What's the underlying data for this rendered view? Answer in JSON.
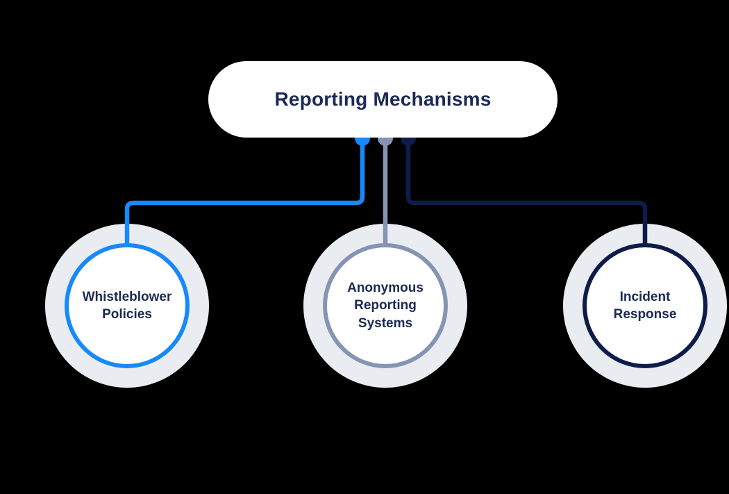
{
  "diagram": {
    "title": "Reporting Mechanisms",
    "background_color": "#000000",
    "pill_color": "#ffffff",
    "text_color": "#1b2a55",
    "halo_color": "#e9edf2",
    "nodes": [
      {
        "label": "Whistleblower Policies",
        "color": "#1789fa"
      },
      {
        "label": "Anonymous Reporting Systems",
        "color": "#8694b3"
      },
      {
        "label": "Incident Response",
        "color": "#0e1c49"
      }
    ]
  }
}
